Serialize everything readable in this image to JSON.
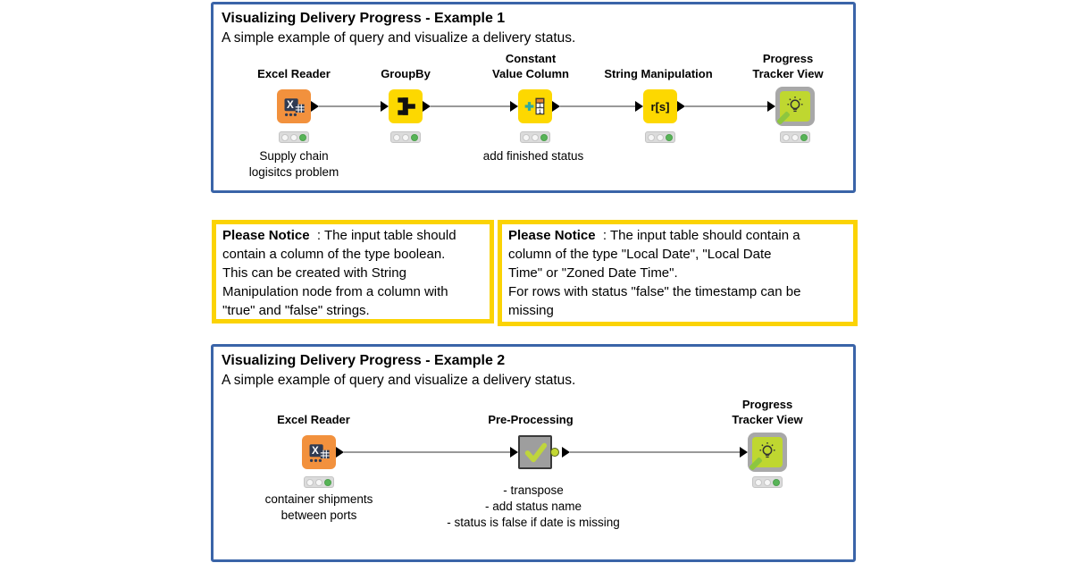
{
  "example1": {
    "title": "Visualizing Delivery Progress - Example 1",
    "subtitle": "A simple example of query and visualize a delivery status.",
    "nodes": {
      "excel": {
        "label": "Excel Reader",
        "annotation": "Supply chain\nlogisitcs problem"
      },
      "groupby": {
        "label": "GroupBy"
      },
      "constval": {
        "label": "Constant\nValue Column",
        "annotation": "add finished status"
      },
      "stringman": {
        "label": "String Manipulation",
        "icon_text": "r[s]"
      },
      "progress": {
        "label": "Progress\nTracker View"
      }
    }
  },
  "notices": {
    "first": {
      "label": "Please Notice",
      "body": "  : The input table should\ncontain a column of the type boolean.\nThis can be created with String\nManipulation node from a column with\n\"true\" and \"false\" strings."
    },
    "second": {
      "label": "Please Notice",
      "body": "  : The input table should contain a\ncolumn of the type \"Local Date\", \"Local Date\nTime\" or \"Zoned Date Time\".\nFor rows with status \"false\" the timestamp can be\nmissing"
    }
  },
  "example2": {
    "title": "Visualizing Delivery Progress - Example 2",
    "subtitle": "A simple example of query and visualize a delivery status.",
    "nodes": {
      "excel": {
        "label": "Excel Reader",
        "annotation": "container shipments\nbetween ports"
      },
      "preprocessing": {
        "label": "Pre-Processing",
        "annotation": "- transpose\n- add status name\n- status is false if date is missing"
      },
      "progress": {
        "label": "Progress\nTracker View"
      }
    }
  },
  "colors": {
    "annotation_border_blue": "#3A64A8",
    "annotation_border_yellow": "#FBD304",
    "node_yellow": "#FDD800",
    "node_orange": "#F2913D",
    "node_lime": "#BFD730",
    "metanode_gray": "#9E9E9E",
    "traffic_green": "#57B457"
  }
}
